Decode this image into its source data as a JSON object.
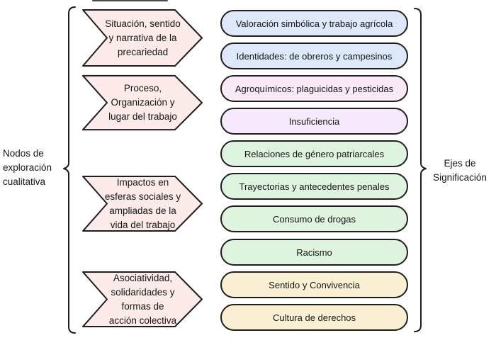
{
  "diagram": {
    "left_label": "Nodos de\nexploración\ncualitativa",
    "right_label": "Ejes de\nSignificación",
    "nodes": [
      {
        "label": "Situación, sentido\ny narrativa de la\nprecariedad"
      },
      {
        "label": "Proceso,\nOrganización y\nlugar del trabajo"
      },
      {
        "label": "Impactos en\nesferas sociales y\nampliadas de la\nvida del trabajo"
      },
      {
        "label": "Asociatividad,\nsolidaridades y\nformas de\nacción colectiva"
      }
    ],
    "axes": [
      {
        "label": "Valoración simbólica y trabajo agrícola",
        "color": "#dde9f8"
      },
      {
        "label": "Identidades: de obreros y campesinos",
        "color": "#dde9f8"
      },
      {
        "label": "Agroquímicos: plaguicidas y pesticidas",
        "color": "#fae9f7"
      },
      {
        "label": "Insuficiencia",
        "color": "#f6e9fb"
      },
      {
        "label": "Relaciones de género patriarcales",
        "color": "#def4df"
      },
      {
        "label": "Trayectorias y antecedentes penales",
        "color": "#def4df"
      },
      {
        "label": "Consumo de drogas",
        "color": "#def4df"
      },
      {
        "label": "Racismo",
        "color": "#def4df"
      },
      {
        "label": "Sentido y Convivencia",
        "color": "#fcf0d4"
      },
      {
        "label": "Cultura de derechos",
        "color": "#fcf0d4"
      }
    ],
    "colors": {
      "node_fill": "#fcebe8",
      "stroke": "#1e1e1e",
      "background": "#ffffff"
    }
  }
}
